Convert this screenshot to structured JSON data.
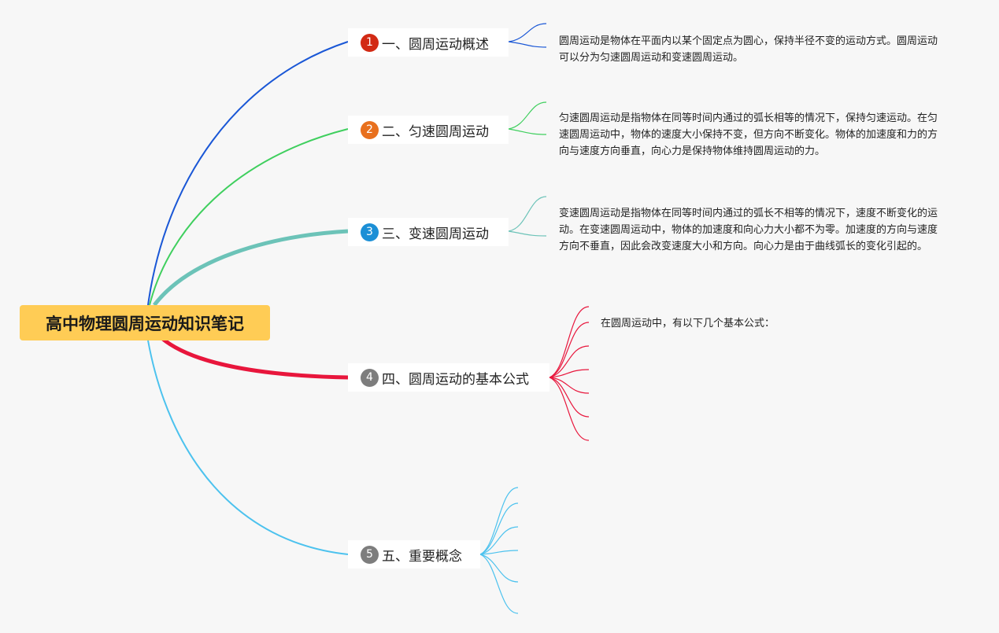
{
  "root": {
    "title": "高中物理圆周运动知识笔记"
  },
  "colors": {
    "root_bg": "#ffcc55",
    "branch1": "#1a57d6",
    "branch2": "#3fcf5e",
    "branch3": "#6cc3b8",
    "branch4": "#e8163c",
    "branch5": "#4cc2ee",
    "marker1": "#d22a14",
    "marker2": "#e8701e",
    "marker3": "#1b8fd6",
    "marker_grey": "#7d7d7d"
  },
  "branches": [
    {
      "marker": "1",
      "label": "一、圆周运动概述",
      "note": "圆周运动是物体在平面内以某个固定点为圆心，保持半径不变的运动方式。圆周运动可以分为匀速圆周运动和变速圆周运动。"
    },
    {
      "marker": "2",
      "label": "二、匀速圆周运动",
      "note": "匀速圆周运动是指物体在同等时间内通过的弧长相等的情况下，保持匀速运动。在匀速圆周运动中，物体的速度大小保持不变，但方向不断变化。物体的加速度和力的方向与速度方向垂直，向心力是保持物体维持圆周运动的力。"
    },
    {
      "marker": "3",
      "label": "三、变速圆周运动",
      "note": "变速圆周运动是指物体在同等时间内通过的弧长不相等的情况下，速度不断变化的运动。在变速圆周运动中，物体的加速度和向心力大小都不为零。加速度的方向与速度方向不垂直，因此会改变速度大小和方向。向心力是由于曲线弧长的变化引起的。"
    },
    {
      "marker": "4",
      "label": "四、圆周运动的基本公式",
      "note": "在圆周运动中，有以下几个基本公式："
    },
    {
      "marker": "5",
      "label": "五、重要概念",
      "note": ""
    }
  ]
}
